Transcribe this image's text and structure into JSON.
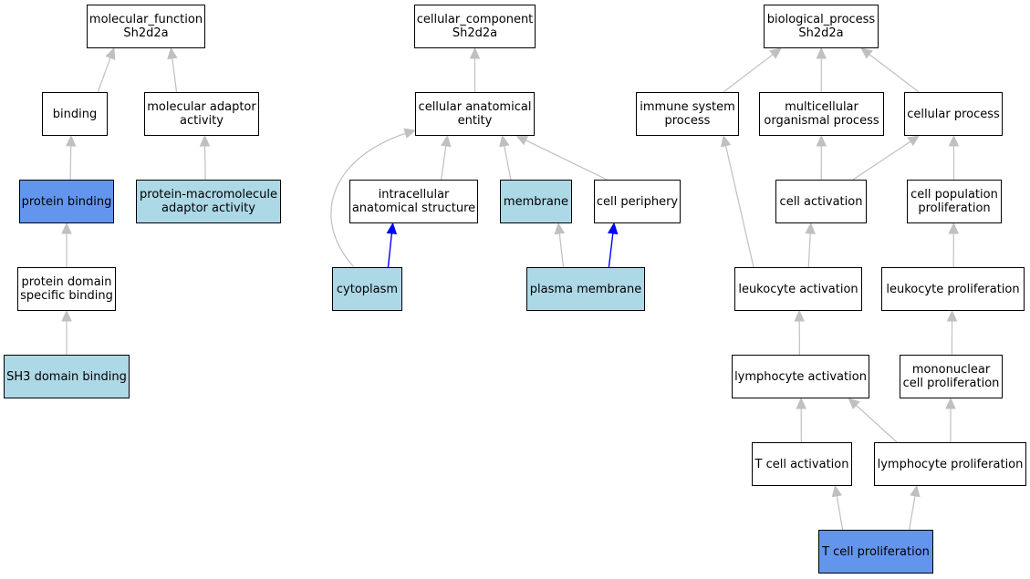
{
  "colors": {
    "default_fill": "#ffffff",
    "light_blue_fill": "#add8e6",
    "blue_fill": "#6495ed",
    "gray_edge": "#c0c0c0",
    "blue_edge": "#0000ff"
  },
  "nodes": {
    "mf_root": {
      "label": "molecular_function\nSh2d2a",
      "fill": "default"
    },
    "binding": {
      "label": "binding",
      "fill": "default"
    },
    "mol_adapt": {
      "label": "molecular adaptor\nactivity",
      "fill": "default"
    },
    "prot_bind": {
      "label": "protein binding",
      "fill": "blue"
    },
    "pm_adapt": {
      "label": "protein-macromolecule\nadaptor activity",
      "fill": "light_blue"
    },
    "pd_bind": {
      "label": "protein domain\nspecific binding",
      "fill": "default"
    },
    "sh3": {
      "label": "SH3 domain binding",
      "fill": "light_blue"
    },
    "cc_root": {
      "label": "cellular_component\nSh2d2a",
      "fill": "default"
    },
    "cae": {
      "label": "cellular anatomical\nentity",
      "fill": "default"
    },
    "ias": {
      "label": "intracellular\nanatomical structure",
      "fill": "default"
    },
    "membrane": {
      "label": "membrane",
      "fill": "light_blue"
    },
    "periph": {
      "label": "cell periphery",
      "fill": "default"
    },
    "cyto": {
      "label": "cytoplasm",
      "fill": "light_blue"
    },
    "plasma": {
      "label": "plasma membrane",
      "fill": "light_blue"
    },
    "bp_root": {
      "label": "biological_process\nSh2d2a",
      "fill": "default"
    },
    "immune": {
      "label": "immune system\nprocess",
      "fill": "default"
    },
    "multi": {
      "label": "multicellular\norganismal process",
      "fill": "default"
    },
    "cellproc": {
      "label": "cellular process",
      "fill": "default"
    },
    "cellact": {
      "label": "cell activation",
      "fill": "default"
    },
    "cellpop": {
      "label": "cell population\nproliferation",
      "fill": "default"
    },
    "leukact": {
      "label": "leukocyte activation",
      "fill": "default"
    },
    "leukprol": {
      "label": "leukocyte proliferation",
      "fill": "default"
    },
    "lymphact": {
      "label": "lymphocyte activation",
      "fill": "default"
    },
    "mono": {
      "label": "mononuclear\ncell proliferation",
      "fill": "default"
    },
    "tact": {
      "label": "T cell activation",
      "fill": "default"
    },
    "lymphprol": {
      "label": "lymphocyte proliferation",
      "fill": "default"
    },
    "tprol": {
      "label": "T cell proliferation",
      "fill": "blue"
    }
  },
  "edges": [
    {
      "from": "binding",
      "to": "mf_root",
      "color": "gray"
    },
    {
      "from": "mol_adapt",
      "to": "mf_root",
      "color": "gray"
    },
    {
      "from": "prot_bind",
      "to": "binding",
      "color": "gray"
    },
    {
      "from": "pm_adapt",
      "to": "mol_adapt",
      "color": "gray"
    },
    {
      "from": "pd_bind",
      "to": "prot_bind",
      "color": "gray"
    },
    {
      "from": "sh3",
      "to": "pd_bind",
      "color": "gray"
    },
    {
      "from": "cae",
      "to": "cc_root",
      "color": "gray"
    },
    {
      "from": "ias",
      "to": "cae",
      "color": "gray"
    },
    {
      "from": "membrane",
      "to": "cae",
      "color": "gray"
    },
    {
      "from": "periph",
      "to": "cae",
      "color": "gray"
    },
    {
      "from": "cyto",
      "to": "cae",
      "color": "gray"
    },
    {
      "from": "cyto",
      "to": "ias",
      "color": "blue"
    },
    {
      "from": "plasma",
      "to": "membrane",
      "color": "gray"
    },
    {
      "from": "plasma",
      "to": "periph",
      "color": "blue"
    },
    {
      "from": "immune",
      "to": "bp_root",
      "color": "gray"
    },
    {
      "from": "multi",
      "to": "bp_root",
      "color": "gray"
    },
    {
      "from": "cellproc",
      "to": "bp_root",
      "color": "gray"
    },
    {
      "from": "cellact",
      "to": "multi",
      "color": "gray"
    },
    {
      "from": "cellact",
      "to": "cellproc",
      "color": "gray"
    },
    {
      "from": "cellpop",
      "to": "cellproc",
      "color": "gray"
    },
    {
      "from": "leukact",
      "to": "immune",
      "color": "gray"
    },
    {
      "from": "leukact",
      "to": "cellact",
      "color": "gray"
    },
    {
      "from": "leukprol",
      "to": "cellpop",
      "color": "gray"
    },
    {
      "from": "lymphact",
      "to": "leukact",
      "color": "gray"
    },
    {
      "from": "mono",
      "to": "leukprol",
      "color": "gray"
    },
    {
      "from": "tact",
      "to": "lymphact",
      "color": "gray"
    },
    {
      "from": "lymphprol",
      "to": "lymphact",
      "color": "gray"
    },
    {
      "from": "lymphprol",
      "to": "mono",
      "color": "gray"
    },
    {
      "from": "tprol",
      "to": "tact",
      "color": "gray"
    },
    {
      "from": "tprol",
      "to": "lymphprol",
      "color": "gray"
    }
  ]
}
